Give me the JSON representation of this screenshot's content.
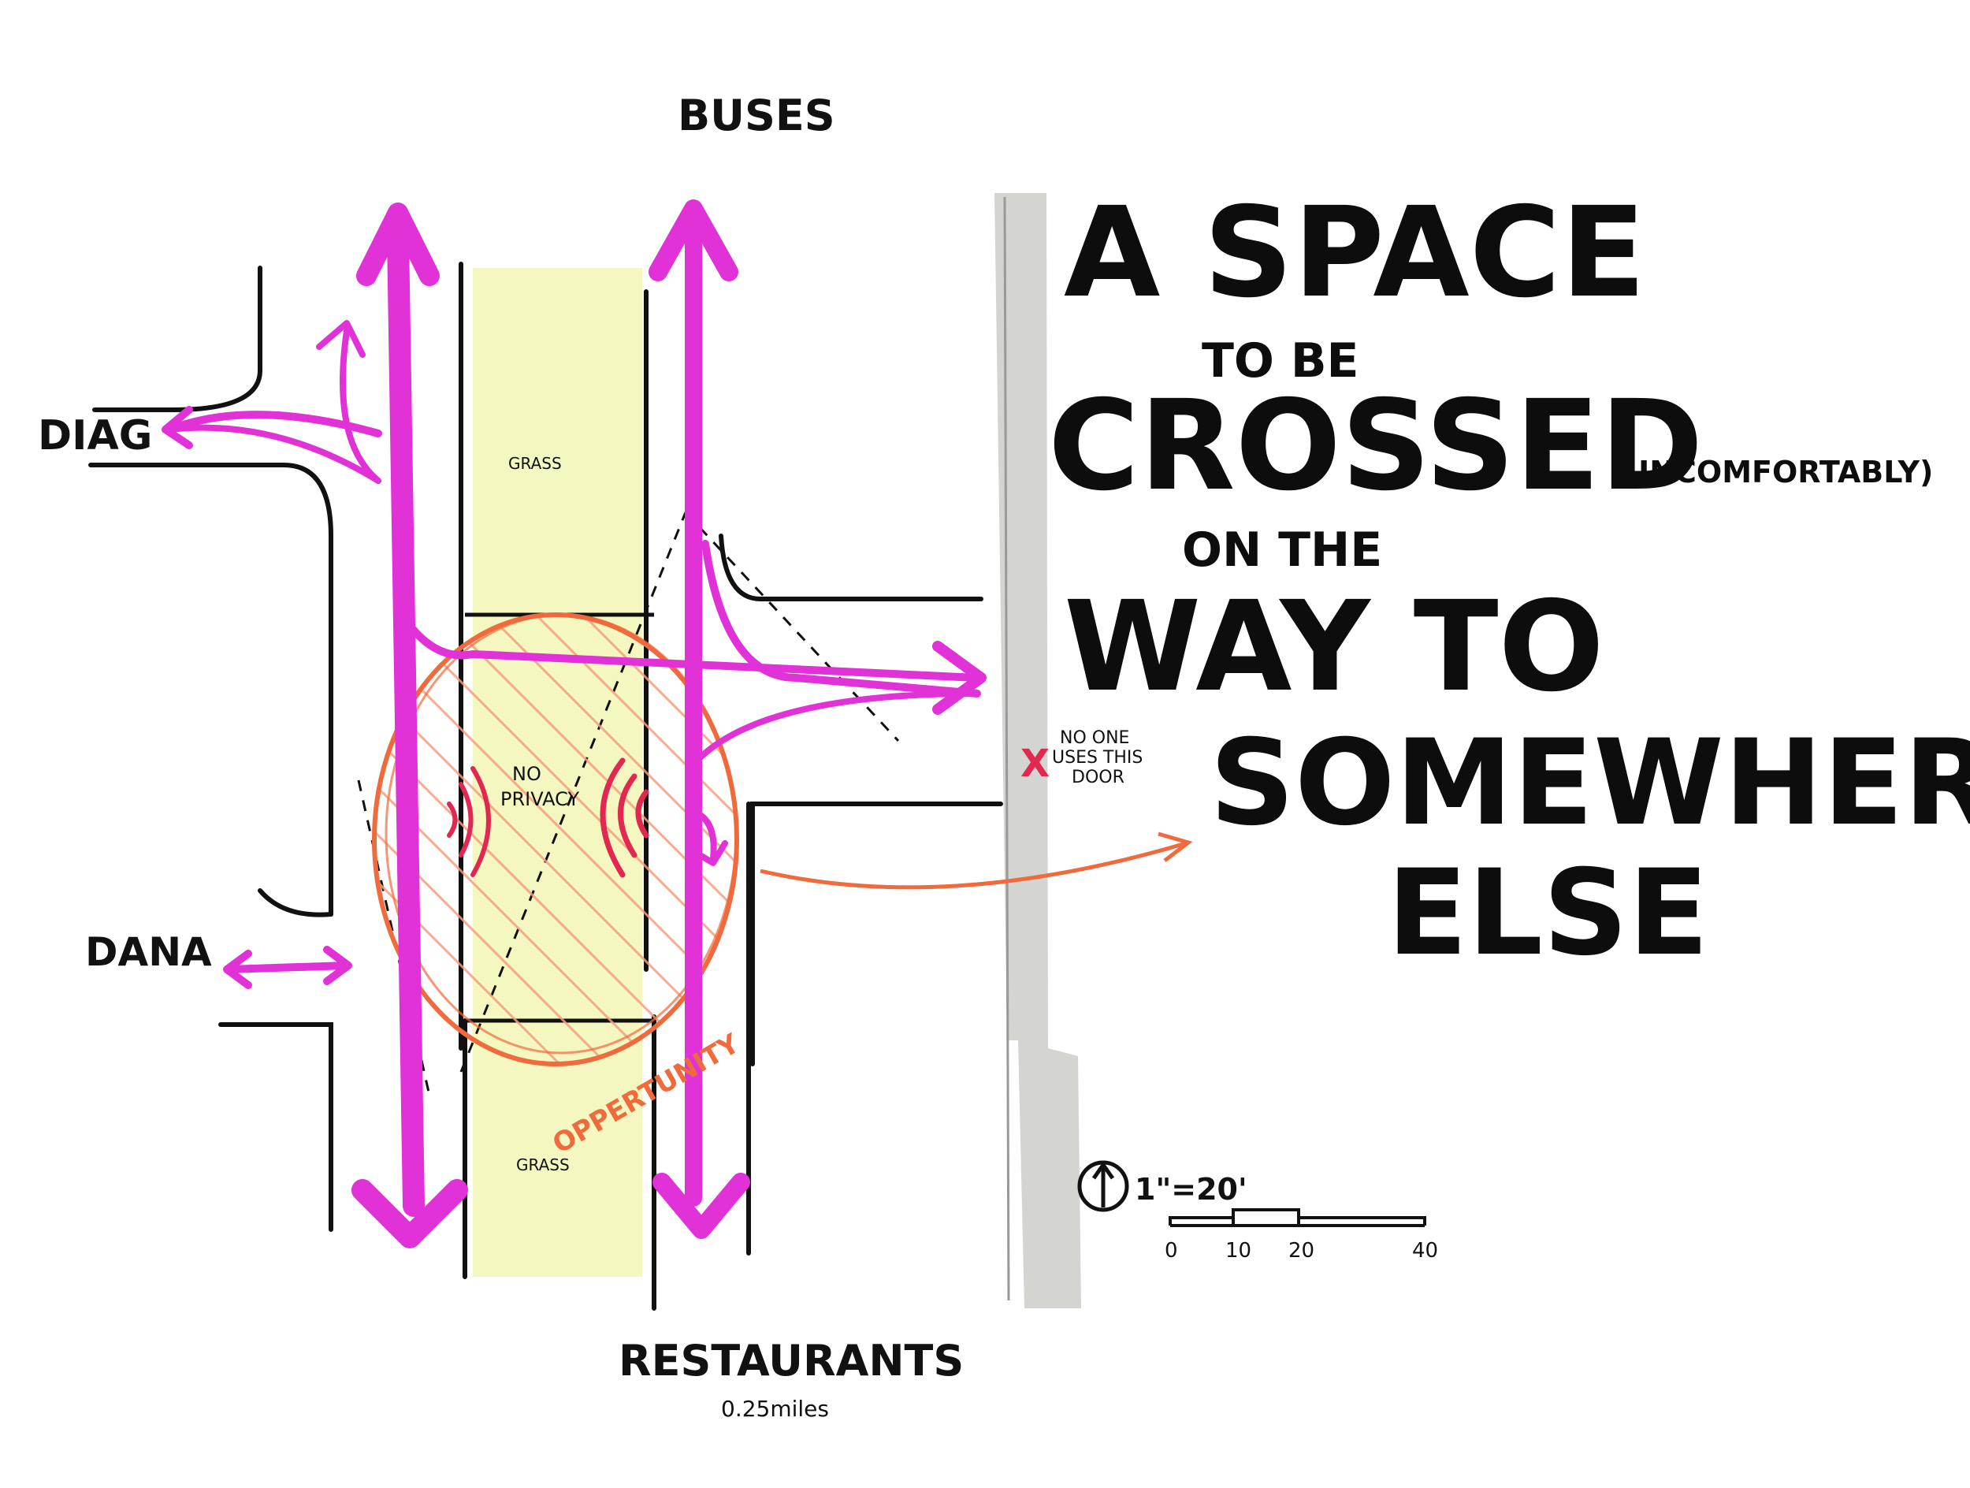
{
  "labels": {
    "buses": "BUSES",
    "diag": "DIAG",
    "dana": "DANA",
    "restaurants": "RESTAURANTS",
    "restaurants_distance": "0.25miles",
    "grass_top": "GRASS",
    "grass_bottom": "GRASS",
    "no_privacy_line1": "NO",
    "no_privacy_line2": "PRIVACY",
    "opportunity": "OPPERTUNITY",
    "door_note_line1": "NO ONE",
    "door_note_line2": "USES THIS",
    "door_note_line3": "DOOR",
    "door_mark": "X"
  },
  "title": {
    "line1": "A SPACE",
    "line2": "TO BE",
    "line3": "CROSSED",
    "line3_note": "(UNCOMFORTABLY)",
    "line4": "ON THE",
    "line5": "WAY TO",
    "line6": "SOMEWHERE",
    "line7": "ELSE"
  },
  "scale": {
    "ratio": "1\"=20'",
    "ticks": [
      "0",
      "10",
      "20",
      "40"
    ]
  },
  "colors": {
    "magenta": "#e032d6",
    "orange": "#ef6a3c",
    "red": "#e02850",
    "grass": "#f4f7bf",
    "wall": "#cfcfcc",
    "ink": "#111111"
  },
  "icons": {
    "north_arrow": "north-arrow-icon",
    "sound": "sound-wave-icon"
  }
}
